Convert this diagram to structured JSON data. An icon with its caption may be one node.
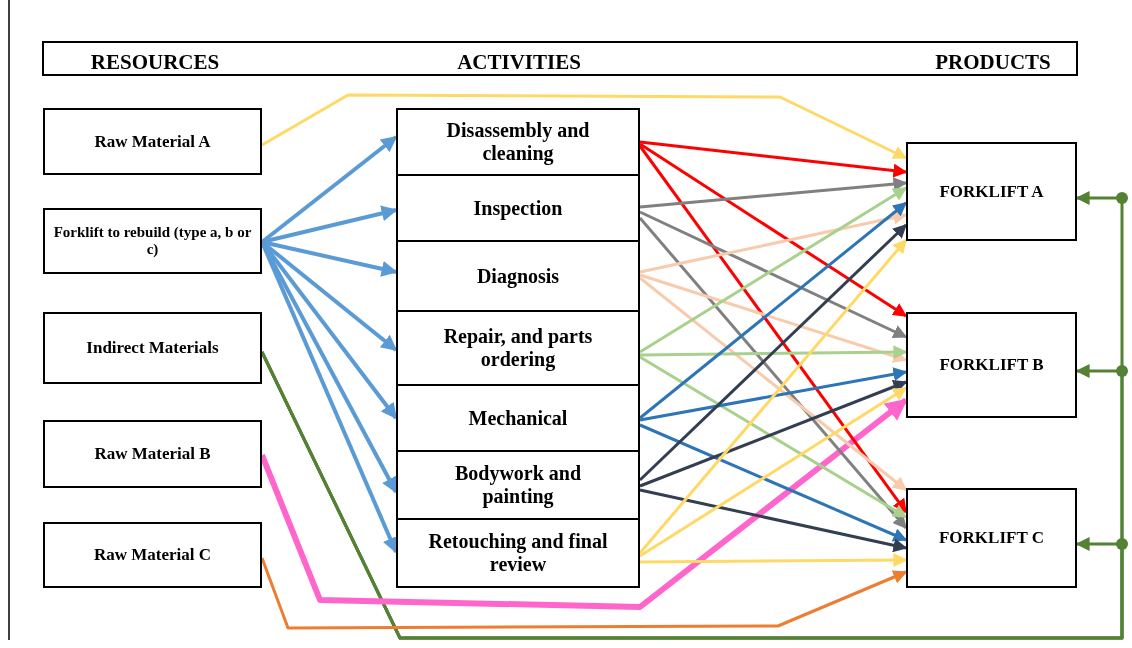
{
  "diagram": {
    "nodes": [
      {
        "text": [
          "Raw Material A"
        ]
      },
      {
        "text": [
          "Forklift to rebuild (type a, b or c)"
        ]
      },
      {
        "text": [
          "Indirect Materials"
        ]
      },
      {
        "text": [
          "Raw Material B"
        ]
      },
      {
        "text": [
          "Raw Material C"
        ]
      },
      {
        "text": [
          "Disassembly and cleaning"
        ]
      },
      {
        "text": [
          "Inspection"
        ]
      },
      {
        "text": [
          "Diagnosis"
        ]
      },
      {
        "text": [
          "Repair, and parts ordering"
        ]
      },
      {
        "text": [
          "Mechanical"
        ]
      },
      {
        "text": [
          "Bodywork and painting"
        ]
      },
      {
        "text": [
          "Retouching and final review"
        ]
      },
      {
        "text": [
          "FORKLIFT A"
        ]
      },
      {
        "text": [
          "FORKLIFT B"
        ]
      },
      {
        "text": [
          "FORKLIFT C"
        ]
      }
    ],
    "edges": [
      {
        "from": 0,
        "to": 12,
        "arrow": "to",
        "color": "#ffd966"
      },
      {
        "from": 1,
        "to": 5,
        "arrow": "to",
        "color": "#5b9bd5"
      },
      {
        "from": 1,
        "to": 6,
        "arrow": "to",
        "color": "#5b9bd5"
      },
      {
        "from": 1,
        "to": 7,
        "arrow": "to",
        "color": "#5b9bd5"
      },
      {
        "from": 1,
        "to": 8,
        "arrow": "to",
        "color": "#5b9bd5"
      },
      {
        "from": 1,
        "to": 9,
        "arrow": "to",
        "color": "#5b9bd5"
      },
      {
        "from": 1,
        "to": 10,
        "arrow": "to",
        "color": "#5b9bd5"
      },
      {
        "from": 1,
        "to": 11,
        "arrow": "to",
        "color": "#5b9bd5"
      },
      {
        "from": 2,
        "to": 12,
        "arrow": "to",
        "color": "#548235"
      },
      {
        "from": 2,
        "to": 13,
        "arrow": "to",
        "color": "#548235"
      },
      {
        "from": 2,
        "to": 14,
        "arrow": "to",
        "color": "#548235"
      },
      {
        "from": 3,
        "to": 13,
        "arrow": "to",
        "style": "thick",
        "color": "#ff66cc"
      },
      {
        "from": 4,
        "to": 14,
        "arrow": "to",
        "color": "#ed7d31"
      },
      {
        "from": 5,
        "to": 12,
        "arrow": "to",
        "color": "#ff0000"
      },
      {
        "from": 5,
        "to": 13,
        "arrow": "to",
        "color": "#ff0000"
      },
      {
        "from": 5,
        "to": 14,
        "arrow": "to",
        "color": "#ff0000"
      },
      {
        "from": 6,
        "to": 12,
        "arrow": "to",
        "color": "#808080"
      },
      {
        "from": 6,
        "to": 13,
        "arrow": "to",
        "color": "#808080"
      },
      {
        "from": 6,
        "to": 14,
        "arrow": "to",
        "color": "#808080"
      },
      {
        "from": 7,
        "to": 12,
        "arrow": "to",
        "color": "#f8cbad"
      },
      {
        "from": 7,
        "to": 13,
        "arrow": "to",
        "color": "#f8cbad"
      },
      {
        "from": 7,
        "to": 14,
        "arrow": "to",
        "color": "#f8cbad"
      },
      {
        "from": 8,
        "to": 12,
        "arrow": "to",
        "color": "#a9d18e"
      },
      {
        "from": 8,
        "to": 13,
        "arrow": "to",
        "color": "#a9d18e"
      },
      {
        "from": 8,
        "to": 14,
        "arrow": "to",
        "color": "#a9d18e"
      },
      {
        "from": 9,
        "to": 12,
        "arrow": "to",
        "color": "#2e75b6"
      },
      {
        "from": 9,
        "to": 13,
        "arrow": "to",
        "color": "#2e75b6"
      },
      {
        "from": 9,
        "to": 14,
        "arrow": "to",
        "color": "#2e75b6"
      },
      {
        "from": 10,
        "to": 12,
        "arrow": "to",
        "color": "#333f50"
      },
      {
        "from": 10,
        "to": 13,
        "arrow": "to",
        "color": "#333f50"
      },
      {
        "from": 10,
        "to": 14,
        "arrow": "to",
        "color": "#333f50"
      },
      {
        "from": 11,
        "to": 12,
        "arrow": "to",
        "color": "#ffd966"
      },
      {
        "from": 11,
        "to": 13,
        "arrow": "to",
        "color": "#ffd966"
      },
      {
        "from": 11,
        "to": 14,
        "arrow": "to",
        "color": "#ffd966"
      }
    ],
    "labels": [
      "RESOURCES",
      "ACTIVITIES",
      "PRODUCTS"
    ]
  }
}
